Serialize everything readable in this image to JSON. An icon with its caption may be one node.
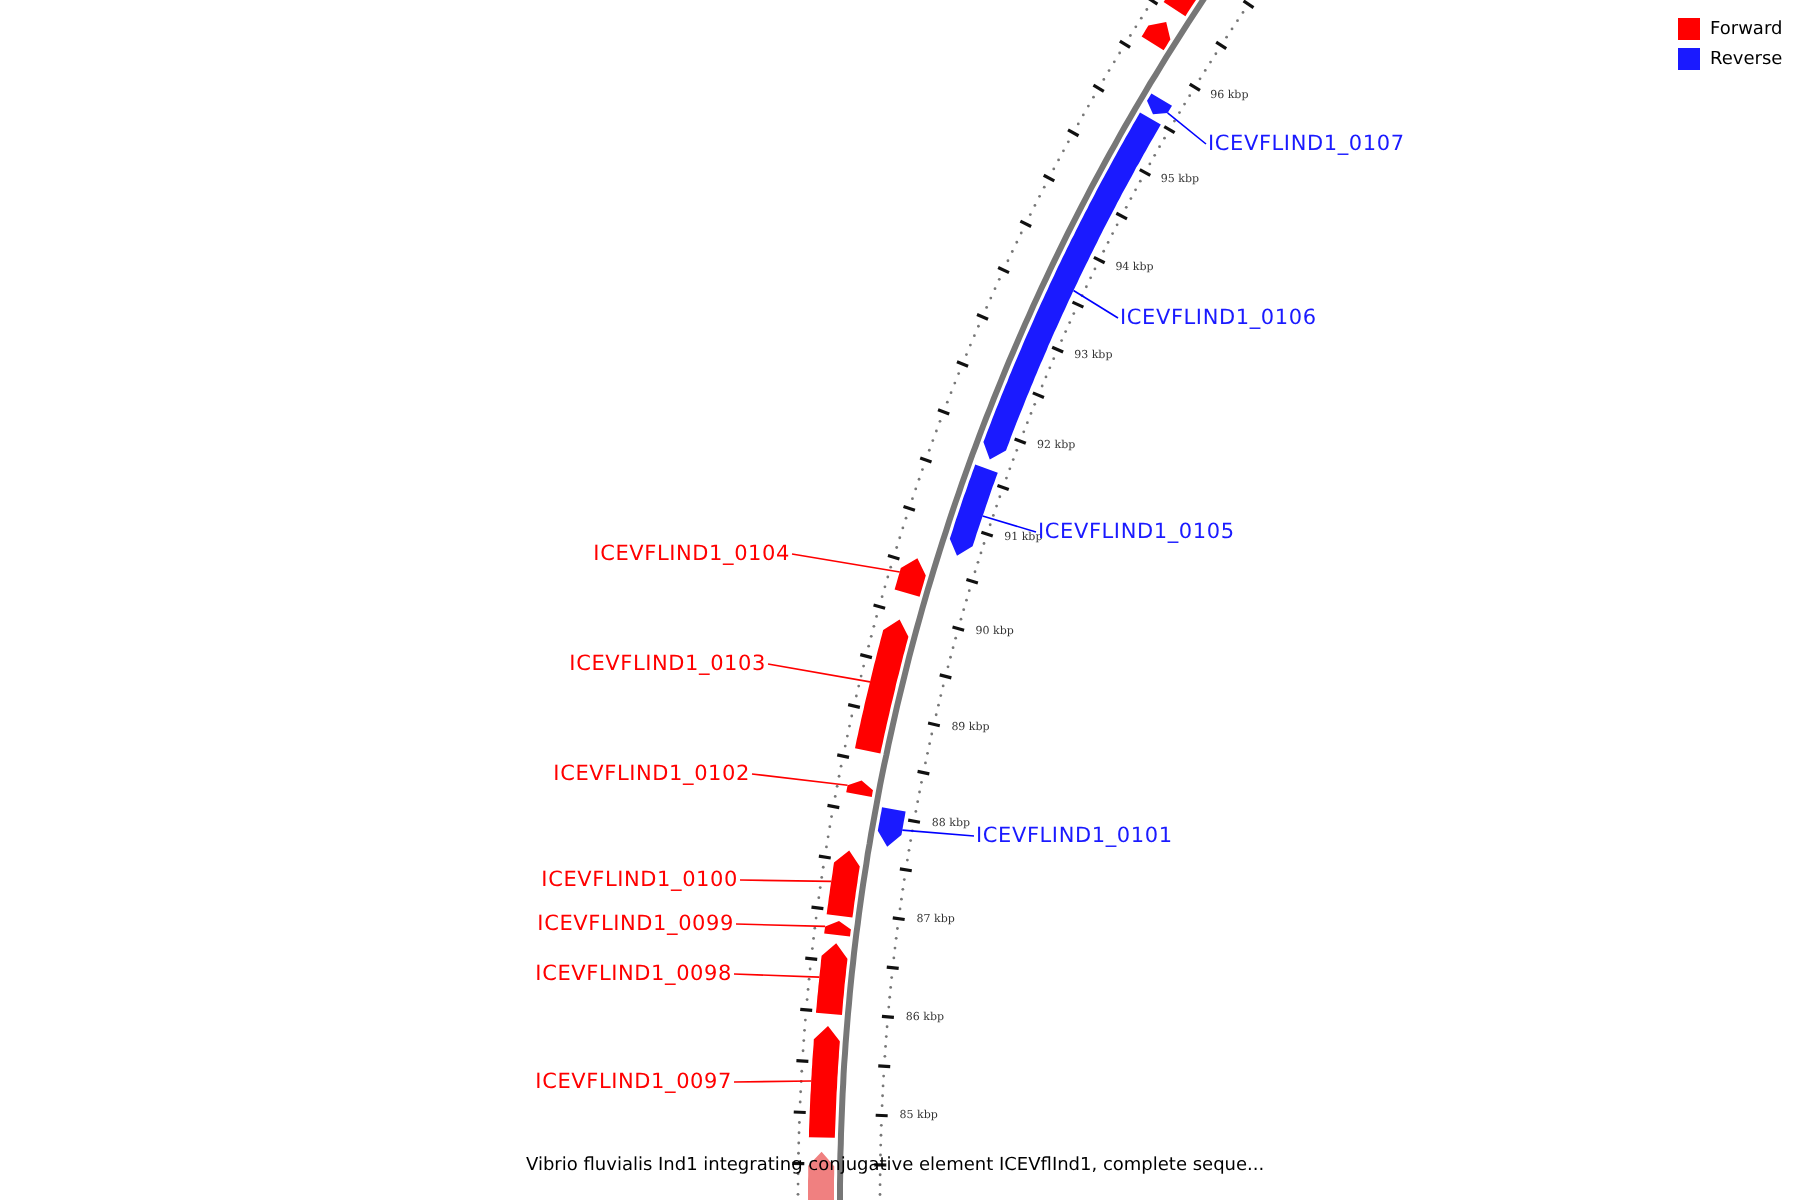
{
  "diagram": {
    "caption": "Vibrio fluvialis Ind1 integrating conjugative element ICEVflInd1, complete seque...",
    "nodes": [
      {
        "text": [],
        "shape": "bar"
      },
      {
        "text": [],
        "shape": "bar"
      },
      {
        "text": [
          "ICEVFLIND1_0107"
        ]
      },
      {
        "text": [],
        "shape": "bar"
      },
      {
        "text": [
          "ICEVFLIND1_0106"
        ]
      },
      {
        "text": [],
        "shape": "bar"
      },
      {
        "text": [
          "ICEVFLIND1_0105"
        ]
      },
      {
        "text": [],
        "shape": "bar"
      },
      {
        "text": [
          "ICEVFLIND1_0104"
        ]
      },
      {
        "text": [],
        "shape": "bar"
      },
      {
        "text": [
          "ICEVFLIND1_0103"
        ]
      },
      {
        "text": [],
        "shape": "bar"
      },
      {
        "text": [
          "ICEVFLIND1_0102"
        ]
      },
      {
        "text": [],
        "shape": "bar"
      },
      {
        "text": [
          "ICEVFLIND1_0101"
        ]
      },
      {
        "text": [],
        "shape": "bar"
      },
      {
        "text": [
          "ICEVFLIND1_0100"
        ]
      },
      {
        "text": [],
        "shape": "bar"
      },
      {
        "text": [
          "ICEVFLIND1_0099"
        ]
      },
      {
        "text": [],
        "shape": "bar"
      },
      {
        "text": [
          "ICEVFLIND1_0098"
        ]
      },
      {
        "text": [],
        "shape": "bar"
      },
      {
        "text": [
          "ICEVFLIND1_0097"
        ]
      },
      {
        "text": [],
        "shape": "bar"
      },
      {
        "text": [],
        "shape": "bar"
      }
    ],
    "edges": [
      {
        "from": 2,
        "to": 3,
        "arrow": "none",
        "color": "#0000ff"
      },
      {
        "from": 4,
        "to": 5,
        "arrow": "none",
        "color": "#0000ff"
      },
      {
        "from": 6,
        "to": 7,
        "arrow": "none",
        "color": "#0000ff"
      },
      {
        "from": 8,
        "to": 9,
        "arrow": "none"
      },
      {
        "from": 10,
        "to": 11,
        "arrow": "none"
      },
      {
        "from": 12,
        "to": 13,
        "arrow": "none"
      },
      {
        "from": 14,
        "to": 15,
        "arrow": "none",
        "color": "#0000ff"
      },
      {
        "from": 16,
        "to": 17,
        "arrow": "none"
      },
      {
        "from": 18,
        "to": 19,
        "arrow": "none"
      },
      {
        "from": 20,
        "to": 21,
        "arrow": "none"
      },
      {
        "from": 22,
        "to": 23,
        "arrow": "none"
      }
    ],
    "labels": [
      "96 kbp",
      "95 kbp",
      "94 kbp",
      "93 kbp",
      "92 kbp",
      "91 kbp",
      "90 kbp",
      "89 kbp",
      "88 kbp",
      "87 kbp",
      "86 kbp",
      "85 kbp"
    ],
    "legend": [
      {
        "text": "Forward",
        "color": "#ff0000"
      },
      {
        "text": "Reverse",
        "color": "#1a1aff"
      }
    ]
  }
}
